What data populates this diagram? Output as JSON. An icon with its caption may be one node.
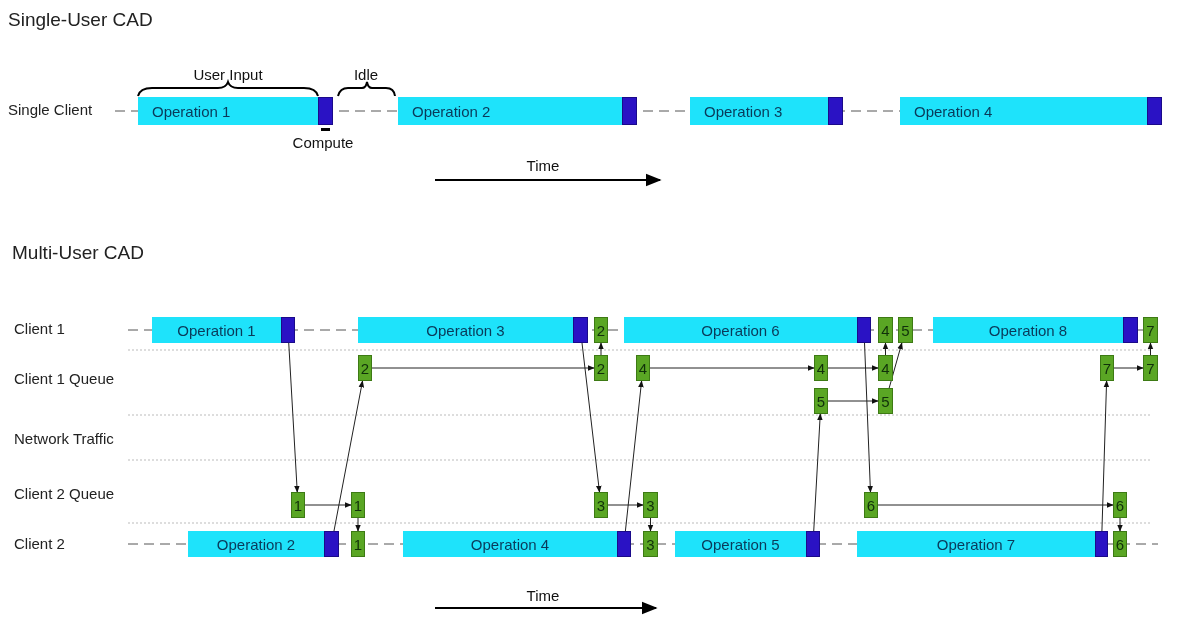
{
  "diagram": {
    "nodes": [
      {
        "text": [
          "Operation 1"
        ]
      },
      {
        "text": [],
        "shape": "bar"
      },
      {
        "text": [
          "Operation 2"
        ]
      },
      {
        "text": [],
        "shape": "bar"
      },
      {
        "text": [
          "Operation 3"
        ]
      },
      {
        "text": [],
        "shape": "bar"
      },
      {
        "text": [
          "Operation 4"
        ]
      },
      {
        "text": [],
        "shape": "bar"
      },
      {
        "text": [
          "Operation 1"
        ]
      },
      {
        "text": [],
        "shape": "bar"
      },
      {
        "text": [
          "Operation 3"
        ]
      },
      {
        "text": [],
        "shape": "bar"
      },
      {
        "text": [
          "2"
        ]
      },
      {
        "text": [
          "Operation 6"
        ]
      },
      {
        "text": [],
        "shape": "bar"
      },
      {
        "text": [
          "4"
        ]
      },
      {
        "text": [
          "5"
        ]
      },
      {
        "text": [
          "Operation 8"
        ]
      },
      {
        "text": [],
        "shape": "bar"
      },
      {
        "text": [
          "7"
        ]
      },
      {
        "text": [
          "2"
        ]
      },
      {
        "text": [
          "2"
        ]
      },
      {
        "text": [
          "4"
        ]
      },
      {
        "text": [
          "4"
        ]
      },
      {
        "text": [
          "4"
        ]
      },
      {
        "text": [
          "7"
        ]
      },
      {
        "text": [
          "7"
        ]
      },
      {
        "text": [
          "5"
        ]
      },
      {
        "text": [
          "5"
        ]
      },
      {
        "text": [
          "1"
        ]
      },
      {
        "text": [
          "1"
        ]
      },
      {
        "text": [
          "3"
        ]
      },
      {
        "text": [
          "3"
        ]
      },
      {
        "text": [
          "6"
        ]
      },
      {
        "text": [
          "6"
        ]
      },
      {
        "text": [
          "Operation 2"
        ]
      },
      {
        "text": [],
        "shape": "bar"
      },
      {
        "text": [
          "1"
        ]
      },
      {
        "text": [
          "Operation 4"
        ]
      },
      {
        "text": [],
        "shape": "bar"
      },
      {
        "text": [
          "3"
        ]
      },
      {
        "text": [
          "Operation 5"
        ]
      },
      {
        "text": [],
        "shape": "bar"
      },
      {
        "text": [
          "Operation 7"
        ]
      },
      {
        "text": [],
        "shape": "bar"
      },
      {
        "text": [
          "6"
        ]
      }
    ],
    "edges": [
      {
        "from": 9,
        "to": 29,
        "arrow": "to"
      },
      {
        "from": 29,
        "to": 30,
        "arrow": "to"
      },
      {
        "from": 30,
        "to": 37,
        "arrow": "to"
      },
      {
        "from": 36,
        "to": 20,
        "arrow": "to"
      },
      {
        "from": 20,
        "to": 21,
        "arrow": "to"
      },
      {
        "from": 21,
        "to": 12,
        "arrow": "to"
      },
      {
        "from": 11,
        "to": 31,
        "arrow": "to"
      },
      {
        "from": 31,
        "to": 32,
        "arrow": "to"
      },
      {
        "from": 32,
        "to": 40,
        "arrow": "to"
      },
      {
        "from": 39,
        "to": 22,
        "arrow": "to"
      },
      {
        "from": 22,
        "to": 23,
        "arrow": "to"
      },
      {
        "from": 23,
        "to": 24,
        "arrow": "to"
      },
      {
        "from": 24,
        "to": 15,
        "arrow": "to"
      },
      {
        "from": 42,
        "to": 27,
        "arrow": "to"
      },
      {
        "from": 27,
        "to": 28,
        "arrow": "to"
      },
      {
        "from": 28,
        "to": 16,
        "arrow": "to"
      },
      {
        "from": 14,
        "to": 33,
        "arrow": "to"
      },
      {
        "from": 33,
        "to": 34,
        "arrow": "to"
      },
      {
        "from": 34,
        "to": 45,
        "arrow": "to"
      },
      {
        "from": 44,
        "to": 25,
        "arrow": "to"
      },
      {
        "from": 25,
        "to": 26,
        "arrow": "to"
      },
      {
        "from": 26,
        "to": 19,
        "arrow": "to"
      }
    ],
    "labels": [
      "Single-User CAD",
      "User Input",
      "Idle",
      "Single Client",
      "Compute",
      "Time",
      "Multi-User CAD",
      "Client 1",
      "Client 1 Queue",
      "Network Traffic",
      "Client 2 Queue",
      "Client 2",
      "Time"
    ]
  }
}
